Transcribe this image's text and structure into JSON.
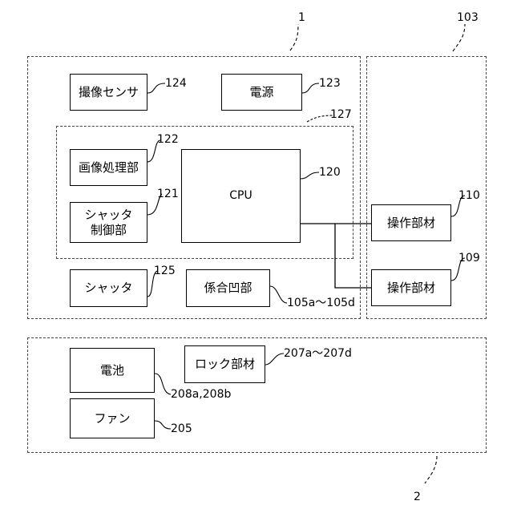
{
  "refs": {
    "device": "1",
    "accessory": "2",
    "operation_area": "103",
    "control_board": "127",
    "image_sensor": "124",
    "power": "123",
    "image_processing": "122",
    "cpu": "120",
    "shutter_control": "121",
    "operation_member_upper": "110",
    "operation_member_lower": "109",
    "shutter": "125",
    "engage_recess": "105a～105d",
    "battery": "208a,208b",
    "lock_member": "207a～207d",
    "fan": "205"
  },
  "blocks": {
    "image_sensor": "撮像センサ",
    "power": "電源",
    "image_processing": "画像処理部",
    "shutter_control": "シャッタ\n制御部",
    "cpu": "CPU",
    "operation_member_upper": "操作部材",
    "operation_member_lower": "操作部材",
    "shutter": "シャッタ",
    "engage_recess": "係合凹部",
    "battery": "電池",
    "lock_member": "ロック部材",
    "fan": "ファン"
  }
}
